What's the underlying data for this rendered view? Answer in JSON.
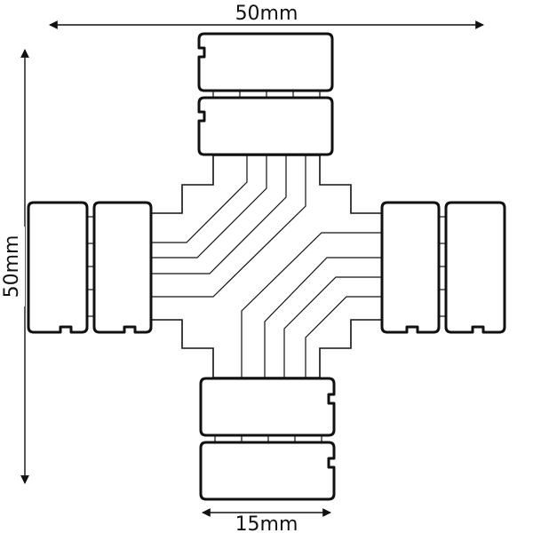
{
  "dimensions": {
    "top_width": "50mm",
    "left_height": "50mm",
    "bottom_width": "15mm"
  },
  "colors": {
    "line": "#111111",
    "background": "#ffffff"
  }
}
